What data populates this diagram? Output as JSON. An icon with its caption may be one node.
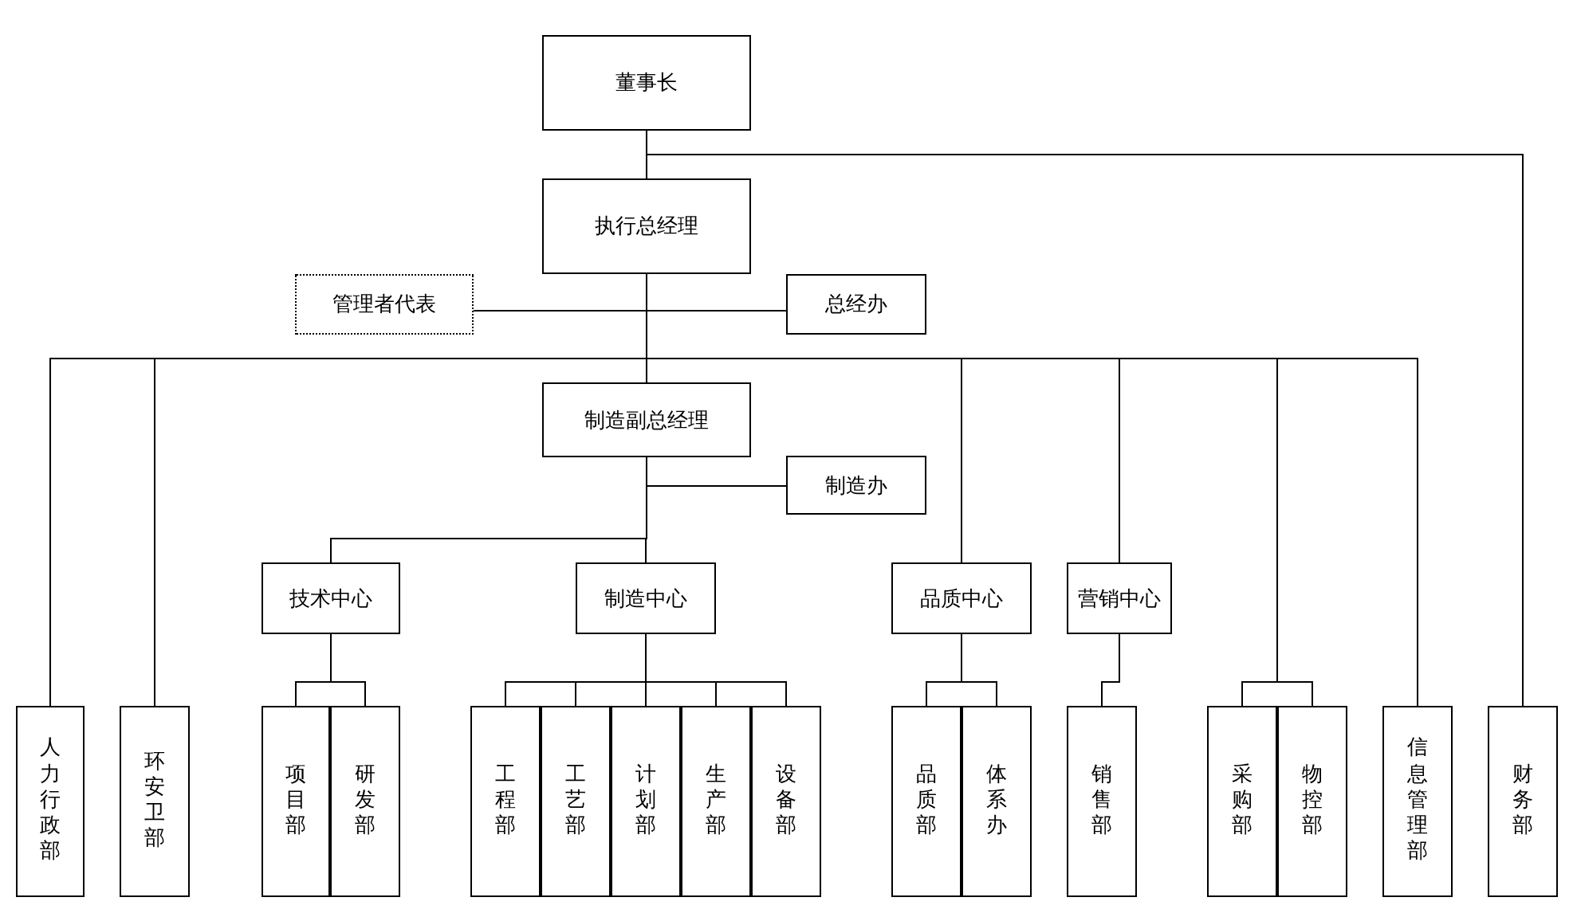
{
  "diagram": {
    "nodes": [
      {
        "text": [
          "董事长"
        ]
      },
      {
        "text": [
          "执行总经理"
        ]
      },
      {
        "text": [
          "管理者代表"
        ]
      },
      {
        "text": [
          "总经办"
        ]
      },
      {
        "text": [
          "制造副总经理"
        ]
      },
      {
        "text": [
          "制造办"
        ]
      },
      {
        "text": [
          "技术中心"
        ]
      },
      {
        "text": [
          "制造中心"
        ]
      },
      {
        "text": [
          "品质中心"
        ]
      },
      {
        "text": [
          "营销中心"
        ]
      },
      {
        "text": [
          "人力行政部"
        ]
      },
      {
        "text": [
          "环安卫部"
        ]
      },
      {
        "text": [
          "项目部"
        ]
      },
      {
        "text": [
          "研发部"
        ]
      },
      {
        "text": [
          "工程部"
        ]
      },
      {
        "text": [
          "工艺部"
        ]
      },
      {
        "text": [
          "计划部"
        ]
      },
      {
        "text": [
          "生产部"
        ]
      },
      {
        "text": [
          "设备部"
        ]
      },
      {
        "text": [
          "品质部"
        ]
      },
      {
        "text": [
          "体系办"
        ]
      },
      {
        "text": [
          "销售部"
        ]
      },
      {
        "text": [
          "采购部"
        ]
      },
      {
        "text": [
          "物控部"
        ]
      },
      {
        "text": [
          "信息管理部"
        ]
      },
      {
        "text": [
          "财务部"
        ]
      }
    ],
    "edges": [
      {
        "from": 0,
        "to": 1,
        "arrow": "none"
      },
      {
        "from": 0,
        "to": 25,
        "arrow": "none"
      },
      {
        "from": 1,
        "to": 2,
        "arrow": "none"
      },
      {
        "from": 1,
        "to": 3,
        "arrow": "none"
      },
      {
        "from": 1,
        "to": 4,
        "arrow": "none"
      },
      {
        "from": 1,
        "to": 10,
        "arrow": "none"
      },
      {
        "from": 1,
        "to": 11,
        "arrow": "none"
      },
      {
        "from": 1,
        "to": 8,
        "arrow": "none"
      },
      {
        "from": 1,
        "to": 9,
        "arrow": "none"
      },
      {
        "from": 1,
        "to": 22,
        "arrow": "none"
      },
      {
        "from": 1,
        "to": 23,
        "arrow": "none"
      },
      {
        "from": 1,
        "to": 24,
        "arrow": "none"
      },
      {
        "from": 4,
        "to": 5,
        "arrow": "none"
      },
      {
        "from": 4,
        "to": 6,
        "arrow": "none"
      },
      {
        "from": 4,
        "to": 7,
        "arrow": "none"
      },
      {
        "from": 6,
        "to": 12,
        "arrow": "none"
      },
      {
        "from": 6,
        "to": 13,
        "arrow": "none"
      },
      {
        "from": 7,
        "to": 14,
        "arrow": "none"
      },
      {
        "from": 7,
        "to": 15,
        "arrow": "none"
      },
      {
        "from": 7,
        "to": 16,
        "arrow": "none"
      },
      {
        "from": 7,
        "to": 17,
        "arrow": "none"
      },
      {
        "from": 7,
        "to": 18,
        "arrow": "none"
      },
      {
        "from": 8,
        "to": 19,
        "arrow": "none"
      },
      {
        "from": 8,
        "to": 20,
        "arrow": "none"
      },
      {
        "from": 9,
        "to": 21,
        "arrow": "none"
      }
    ]
  }
}
